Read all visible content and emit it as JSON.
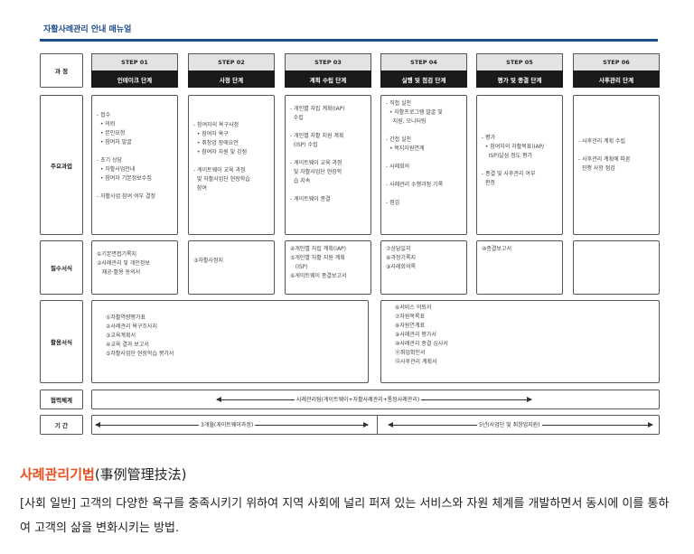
{
  "chart": {
    "title": "자활사례관리 안내 매뉴얼",
    "row_labels": {
      "process": "과 정",
      "main": "주요과업",
      "forms": "필수서식",
      "tools": "활용서식",
      "cooperation": "협력체계",
      "period": "기 간"
    },
    "steps": [
      {
        "num": "STEP 01",
        "name": "인테이크 단계"
      },
      {
        "num": "STEP 02",
        "name": "사정 단계"
      },
      {
        "num": "STEP 03",
        "name": "계획 수립 단계"
      },
      {
        "num": "STEP 04",
        "name": "실행 및 점검 단계"
      },
      {
        "num": "STEP 05",
        "name": "평가 및 종결 단계"
      },
      {
        "num": "STEP 06",
        "name": "사후관리 단계"
      }
    ],
    "main_tasks": [
      "- 접수\n  • 의뢰\n  • 본인요청\n  • 참여자 발굴\n\n- 초기 상담\n  • 자활사업안내\n  • 참여자 기본정보수집\n\n- 자활사업 참여 여부 결정",
      "- 참여자의 욕구사정\n  • 참여자 욕구\n  • 취창업 장애요인\n  • 참여자 자원 및 강점\n\n- 게이트웨이 교육 과정\n  및 자활사업단 현장학습\n  참여",
      "- 개인별 자립 계획(IAP)\n  수립\n\n- 개인별 자활 지원 계획\n  (ISP) 수립\n\n- 게이트웨이 교육 과정\n  및 자활사업단 현장학\n  습 지속\n\n- 게이트웨이 종결",
      "- 직접 실천\n  • 자활프로그램 발굴 및\n    지원, 모니터링\n\n- 간접 실천\n  • 복지자원연계\n\n- 사례회의\n\n- 사례관리 수행과정 기록\n\n- 점검",
      "- 평가\n  • 참여자의 자활목표(IAP/\n    ISP)달성 정도 평가\n\n- 종결 및 사후관리 여부\n  판정",
      "- 사후관리 계획 수립\n\n- 사후관리 계획에 따른\n  진행 사항 점검"
    ],
    "required_forms": [
      "①기본면접기록지\n②사례관리 및 개인정보\n   제공·활용 동의서",
      "③자활사정지",
      "④개인별 자립 계획(IAP)\n⑤개인별 자활 지원 계획\n   (ISP)\n⑥게이트웨이 종결보고서",
      "⑦상담일지\n⑧과정기록지\n⑨사례회의록",
      "⑩종결보고서",
      ""
    ],
    "tool_forms_left": "①자활역량평가표\n②사례관리 욕구조사지\n③교육계획서\n④교육 결과 보고서\n⑤자활사업단 현장학습 평가서",
    "tool_forms_right": "⑥서비스 의뢰서\n⑦자원목록표\n⑧자원연계표\n⑨사례관리 평가서\n⑩사례관리 종결 심사서\n⑪취업확인서\n⑫사후관리 계획서",
    "cooperation_label": "사례관리팀(게이트웨이+자활사례관리+통장사례관리)",
    "period_left": "3개월(게이트웨이과정)",
    "period_right": "5년(사업단 및 취창업지원)"
  },
  "footer": {
    "term": "사례관리기법",
    "hanja": "(事例管理技法)",
    "description": "[사회 일반] 고객의 다양한 욕구를 충족시키기 위하여 지역 사회에 널리 퍼져 있는 서비스와 자원 체계를 개발하면서 동시에 이를 통하여 고객의 삶을 변화시키는 방법."
  },
  "colors": {
    "accent_blue": "#1f4e8c",
    "step_dark": "#1a1a1a",
    "term_orange": "#e8501f"
  }
}
